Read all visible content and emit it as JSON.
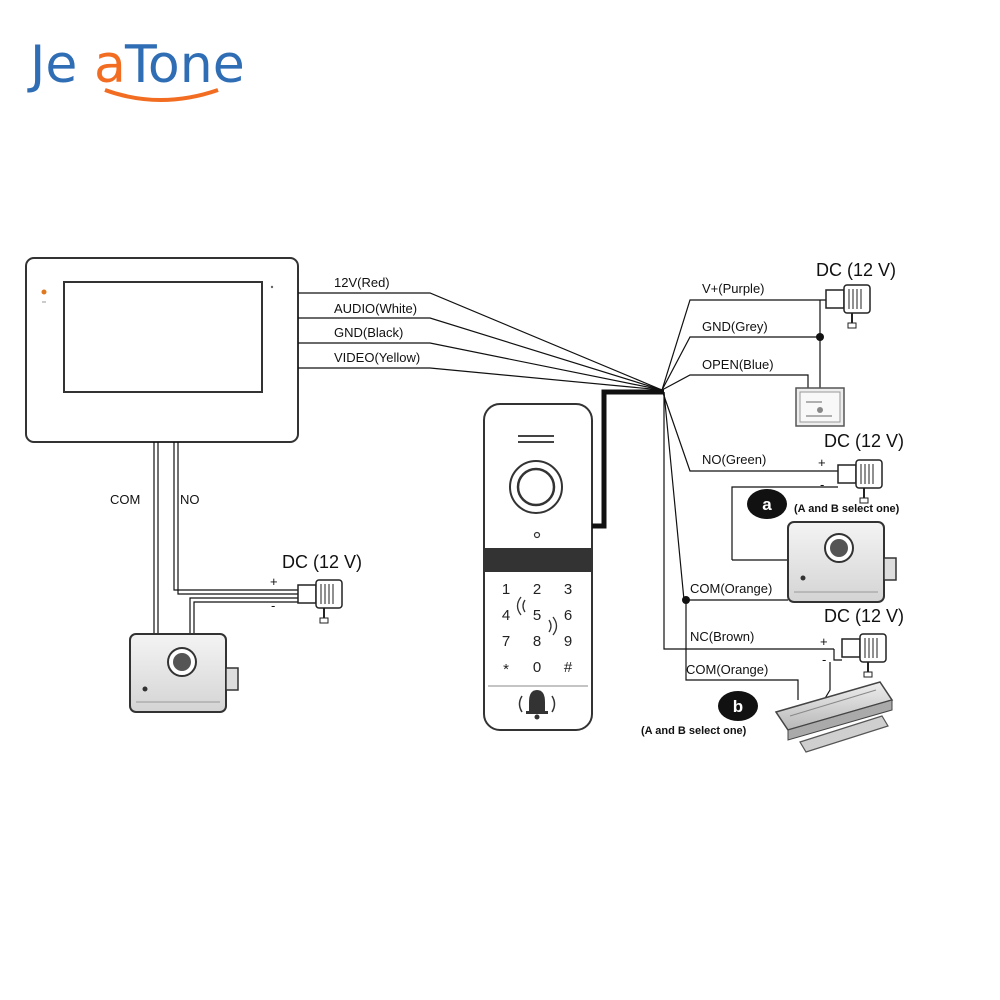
{
  "logo": {
    "text_je": "Je",
    "text_a": "a",
    "text_tone": "Tone"
  },
  "monitor_wires": {
    "labels": [
      "12V(Red)",
      "AUDIO(White)",
      "GND(Black)",
      "VIDEO(Yellow)"
    ]
  },
  "monitor_lock": {
    "com_label": "COM",
    "no_label": "NO"
  },
  "dc": {
    "label": "DC (12 V)",
    "plus": "+",
    "minus": "-"
  },
  "outdoor_wires": {
    "labels": [
      "V+(Purple)",
      "GND(Grey)",
      "OPEN(Blue)",
      "NO(Green)",
      "COM(Orange)",
      "NC(Brown)",
      "COM(Orange)"
    ]
  },
  "keypad": {
    "keys": [
      "1",
      "2",
      "3",
      "4",
      "5",
      "6",
      "7",
      "8",
      "9",
      "*",
      "0",
      "#"
    ]
  },
  "option_a": {
    "badge": "a",
    "text": "(A and B select one)"
  },
  "option_b": {
    "badge": "b",
    "text": "(A and B select one)"
  },
  "colors": {
    "logo_blue": "#2f6db5",
    "logo_orange": "#f26d21",
    "wire": "#111111"
  }
}
